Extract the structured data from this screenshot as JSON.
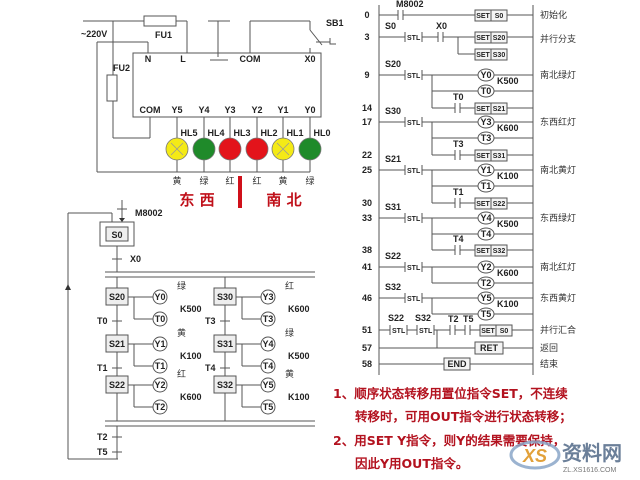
{
  "wiring": {
    "supply": "~220V",
    "fu1": "FU1",
    "fu2": "FU2",
    "sb1": "SB1",
    "plc_top": [
      "N",
      "L",
      "COM",
      "X0"
    ],
    "plc_bottom": [
      "COM",
      "Y5",
      "Y4",
      "Y3",
      "Y2",
      "Y1",
      "Y0"
    ],
    "lamps": [
      {
        "label": "HL5",
        "color_name": "黄",
        "color": "#f4ea16"
      },
      {
        "label": "HL4",
        "color_name": "绿",
        "color": "#1f8a2a"
      },
      {
        "label": "HL3",
        "color_name": "红",
        "color": "#e3141b"
      },
      {
        "label": "HL2",
        "color_name": "红",
        "color": "#e3141b"
      },
      {
        "label": "HL1",
        "color_name": "黄",
        "color": "#f4ea16"
      },
      {
        "label": "HL0",
        "color_name": "绿",
        "color": "#1f8a2a"
      }
    ],
    "east_west": "东 西",
    "north_south": "南 北"
  },
  "sfc": {
    "init": "M8002",
    "s0": "S0",
    "x0": "X0",
    "columns": [
      [
        {
          "state": "S20",
          "out": "Y0",
          "timer": "T0",
          "k": "K500",
          "color_name": "绿",
          "trans": "T0"
        },
        {
          "state": "S21",
          "out": "Y1",
          "timer": "T1",
          "k": "K100",
          "color_name": "黄",
          "trans": "T1"
        },
        {
          "state": "S22",
          "out": "Y2",
          "timer": "T2",
          "k": "K600",
          "color_name": "红",
          "trans": ""
        }
      ],
      [
        {
          "state": "S30",
          "out": "Y3",
          "timer": "T3",
          "k": "K600",
          "color_name": "红",
          "trans": "T3"
        },
        {
          "state": "S31",
          "out": "Y4",
          "timer": "T4",
          "k": "K500",
          "color_name": "绿",
          "trans": "T4"
        },
        {
          "state": "S32",
          "out": "Y5",
          "timer": "T5",
          "k": "K100",
          "color_name": "黄",
          "trans": ""
        }
      ]
    ],
    "join_trans": [
      "T2",
      "T5"
    ]
  },
  "ladder": {
    "set_label": "SET",
    "stl_label": "STL",
    "rungs": [
      {
        "step": "0",
        "cond": "M8002",
        "set": "S0",
        "comment": "初始化"
      },
      {
        "step": "3",
        "state": "S0",
        "cond": "X0",
        "sets": [
          "S20",
          "S30"
        ],
        "comment": "并行分支"
      },
      {
        "step": "9",
        "state": "S20",
        "out": "Y0",
        "timer": "T0",
        "k": "K500",
        "comment": "南北绿灯"
      },
      {
        "step": "14",
        "cond": "T0",
        "set": "S21"
      },
      {
        "step": "17",
        "state": "S30",
        "out": "Y3",
        "timer": "T3",
        "k": "K600",
        "comment": "东西红灯"
      },
      {
        "step": "22",
        "cond": "T3",
        "set": "S31"
      },
      {
        "step": "25",
        "state": "S21",
        "out": "Y1",
        "timer": "T1",
        "k": "K100",
        "comment": "南北黄灯"
      },
      {
        "step": "30",
        "cond": "T1",
        "set": "S22"
      },
      {
        "step": "33",
        "state": "S31",
        "out": "Y4",
        "timer": "T4",
        "k": "K500",
        "comment": "东西绿灯"
      },
      {
        "step": "38",
        "cond": "T4",
        "set": "S32"
      },
      {
        "step": "41",
        "state": "S22",
        "out": "Y2",
        "timer": "T2",
        "k": "K600",
        "comment": "南北红灯"
      },
      {
        "step": "46",
        "state": "S32",
        "out": "Y5",
        "timer": "T5",
        "k": "K100",
        "comment": "东西黄灯"
      },
      {
        "step": "51",
        "states": [
          "S22",
          "S32"
        ],
        "conds": [
          "T2",
          "T5"
        ],
        "set": "S0",
        "comment": "并行汇合"
      },
      {
        "step": "57",
        "instr": "RET",
        "comment": "返回"
      },
      {
        "step": "58",
        "instr": "END",
        "comment": "结束"
      }
    ]
  },
  "notes": [
    "1、顺序状态转移用置位指令SET，不连续",
    "转移时，可用OUT指令进行状态转移；",
    "2、用SET  Y指令，则Y的结果需要保持，",
    "因此Y用OUT指令。"
  ],
  "watermark": {
    "brand": "资料网",
    "url": "ZL.XS1616.COM",
    "logo": "XS"
  }
}
